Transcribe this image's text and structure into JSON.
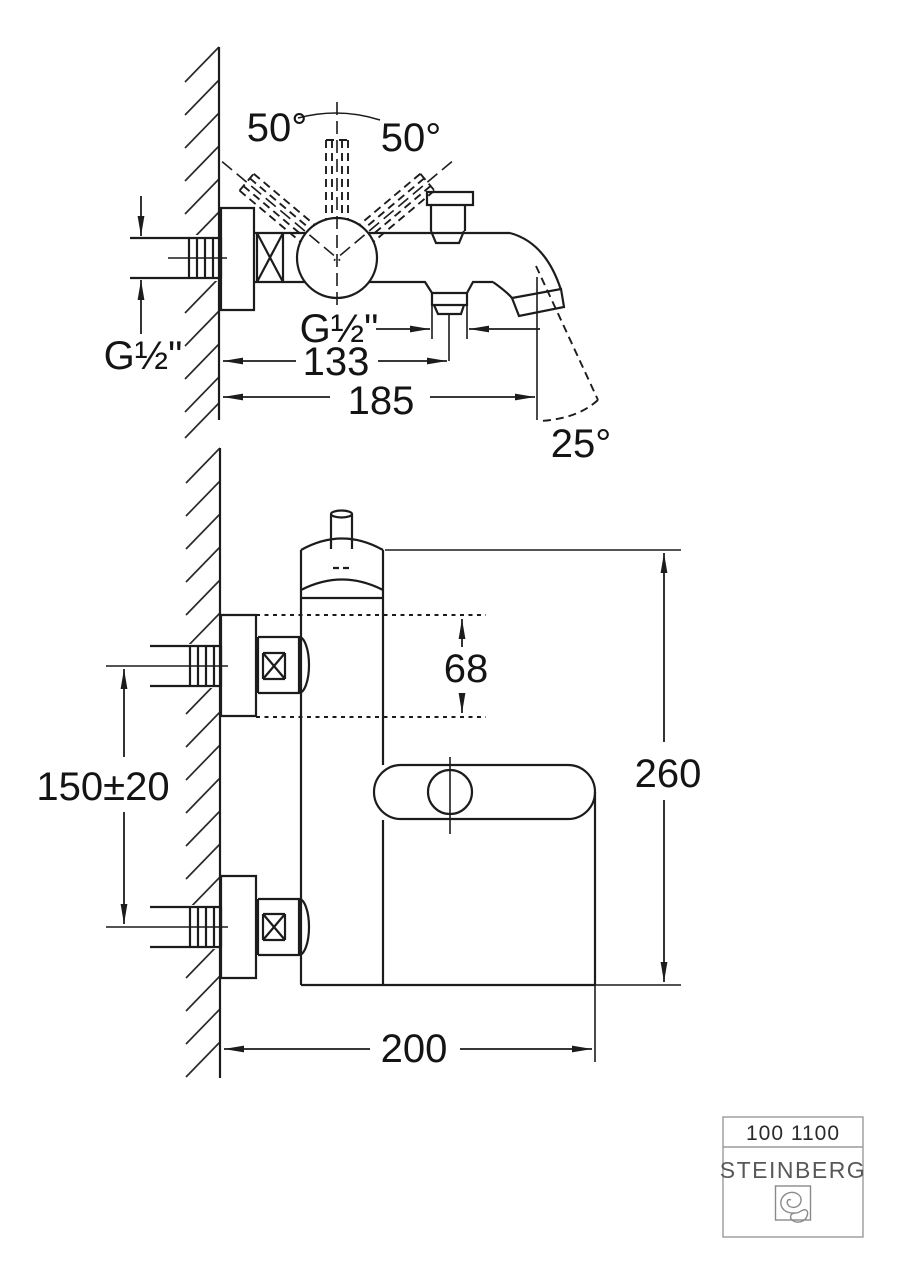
{
  "page": {
    "background": "#ffffff",
    "line_color": "#1c1c1c"
  },
  "top_view": {
    "handle_swivel_left": "50°",
    "handle_swivel_right": "50°",
    "wall_thread": "G½\"",
    "outlet_thread": "G½\"",
    "dim_wall_to_outlet": "133",
    "dim_wall_to_spout": "185",
    "spout_angle": "25°"
  },
  "side_view": {
    "dim_escutcheon": "68",
    "dim_connection_distance": "150±20",
    "dim_total_height": "260",
    "dim_total_depth": "200"
  },
  "title_block": {
    "article_number": "100 1100",
    "brand": "STEINBERG"
  }
}
